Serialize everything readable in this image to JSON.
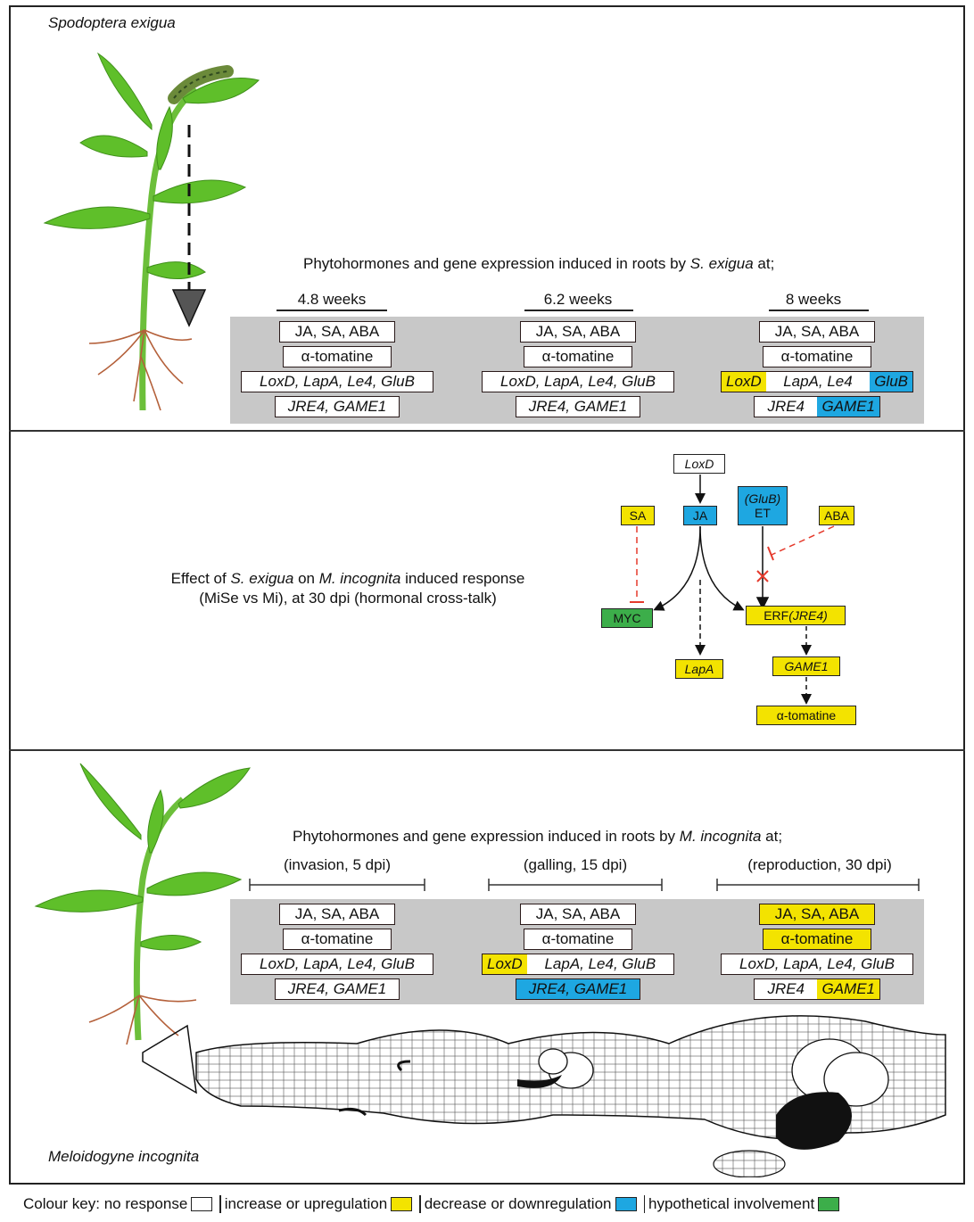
{
  "top": {
    "species_label": "Spodoptera exigua",
    "title_prefix": "Phytohormones and gene expression induced in roots by ",
    "title_species": "S. exigua",
    "title_suffix": " at;",
    "timepoints": [
      {
        "label": "4.8 weeks",
        "rows": [
          [
            {
              "text": "JA, SA, ABA",
              "state": "none"
            }
          ],
          [
            {
              "text": "α-tomatine",
              "state": "none"
            }
          ],
          [
            {
              "text": "LoxD, LapA, Le4, GluB",
              "state": "none",
              "italic": true
            }
          ],
          [
            {
              "text": "JRE4, GAME1",
              "state": "none",
              "italic": true
            }
          ]
        ]
      },
      {
        "label": "6.2 weeks",
        "rows": [
          [
            {
              "text": "JA, SA, ABA",
              "state": "none"
            }
          ],
          [
            {
              "text": "α-tomatine",
              "state": "none"
            }
          ],
          [
            {
              "text": "LoxD, LapA, Le4, GluB",
              "state": "none",
              "italic": true
            }
          ],
          [
            {
              "text": "JRE4, GAME1",
              "state": "none",
              "italic": true
            }
          ]
        ]
      },
      {
        "label": "8 weeks",
        "rows": [
          [
            {
              "text": "JA, SA, ABA",
              "state": "none"
            }
          ],
          [
            {
              "text": "α-tomatine",
              "state": "none"
            }
          ],
          [
            {
              "text": "LoxD",
              "state": "increase",
              "italic": true
            },
            {
              "text": "LapA, Le4",
              "state": "none",
              "italic": true
            },
            {
              "text": "GluB",
              "state": "decrease",
              "italic": true
            }
          ],
          [
            {
              "text": "JRE4",
              "state": "none",
              "italic": true
            },
            {
              "text": "GAME1",
              "state": "decrease",
              "italic": true
            }
          ]
        ]
      }
    ]
  },
  "middle": {
    "effect_line1_a": "Effect of ",
    "effect_line1_species": "S. exigua",
    "effect_line1_b": " on ",
    "effect_line1_species2": "M. incognita",
    "effect_line1_c": " induced response",
    "effect_line2": "(MiSe vs Mi), at 30 dpi (hormonal cross-talk)",
    "nodes": {
      "loxd": "LoxD",
      "sa": "SA",
      "ja": "JA",
      "glub": "(GluB)",
      "et": "ET",
      "aba": "ABA",
      "myc": "MYC",
      "lapa": "LapA",
      "erf": "ERF",
      "jre4": "(JRE4)",
      "game1": "GAME1",
      "tomatine": "α-tomatine"
    }
  },
  "bottom": {
    "species_label": "Meloidogyne incognita",
    "title_prefix": "Phytohormones and gene expression induced in roots by ",
    "title_species": "M. incognita",
    "title_suffix": " at;",
    "timepoints": [
      {
        "label": "(invasion, 5 dpi)",
        "rows": [
          [
            {
              "text": "JA, SA, ABA",
              "state": "none"
            }
          ],
          [
            {
              "text": "α-tomatine",
              "state": "none"
            }
          ],
          [
            {
              "text": "LoxD, LapA, Le4, GluB",
              "state": "none",
              "italic": true
            }
          ],
          [
            {
              "text": "JRE4, GAME1",
              "state": "none",
              "italic": true
            }
          ]
        ]
      },
      {
        "label": "(galling, 15 dpi)",
        "rows": [
          [
            {
              "text": "JA, SA, ABA",
              "state": "none"
            }
          ],
          [
            {
              "text": "α-tomatine",
              "state": "none"
            }
          ],
          [
            {
              "text": "LoxD",
              "state": "increase",
              "italic": true
            },
            {
              "text": "LapA, Le4, GluB",
              "state": "none",
              "italic": true
            }
          ],
          [
            {
              "text": "JRE4, GAME1",
              "state": "decrease",
              "italic": true
            }
          ]
        ]
      },
      {
        "label": "(reproduction, 30 dpi)",
        "rows": [
          [
            {
              "text": "JA, SA, ABA",
              "state": "increase"
            }
          ],
          [
            {
              "text": "α-tomatine",
              "state": "increase"
            }
          ],
          [
            {
              "text": "LoxD, LapA, Le4, GluB",
              "state": "none",
              "italic": true
            }
          ],
          [
            {
              "text": "JRE4",
              "state": "none",
              "italic": true
            },
            {
              "text": "GAME1",
              "state": "increase",
              "italic": true
            }
          ]
        ]
      }
    ]
  },
  "key": {
    "prefix": "Colour key: no response",
    "increase": "increase or upregulation",
    "decrease": "decrease or downregulation",
    "hypothetical": "hypothetical involvement"
  },
  "colors": {
    "none": "#ffffff",
    "increase": "#f3e300",
    "decrease": "#1ea7e1",
    "hypothetical": "#3cae4a",
    "panel": "#c8c8c8"
  }
}
